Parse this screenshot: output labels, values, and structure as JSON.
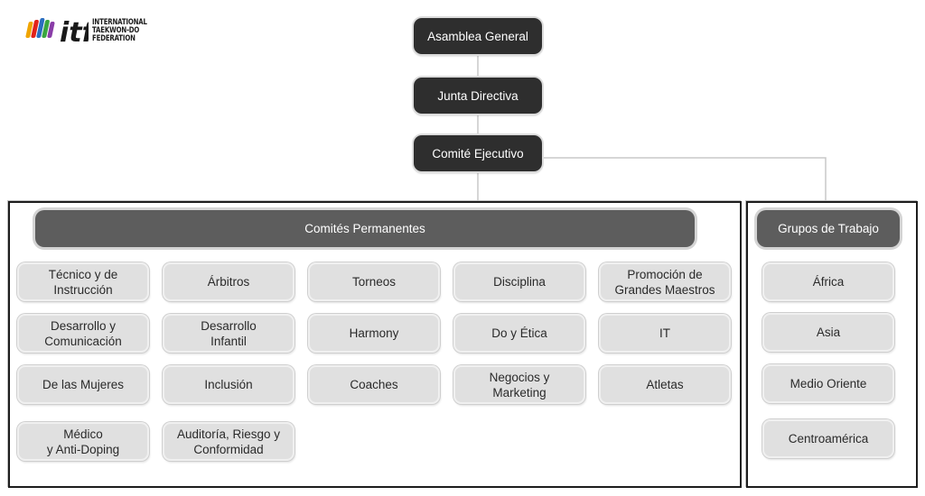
{
  "logo": {
    "text": "INTERNATIONAL\nTAEKWON-DO\nFEDERATION",
    "colors": [
      "#f0a500",
      "#e2231a",
      "#2a6ec0",
      "#3aa640",
      "#8a3da8"
    ]
  },
  "hierarchy": {
    "asamblea": "Asamblea General",
    "junta": "Junta Directiva",
    "comite": "Comité Ejecutivo"
  },
  "permanentes": {
    "title": "Comités Permanentes",
    "items": [
      "Técnico y de\nInstrucción",
      "Árbitros",
      "Torneos",
      "Disciplina",
      "Promoción de\nGrandes Maestros",
      "Desarrollo y\nComunicación",
      "Desarrollo\nInfantil",
      "Harmony",
      "Do y Ética",
      "IT",
      "De las Mujeres",
      "Inclusión",
      "Coaches",
      "Negocios y\nMarketing",
      "Atletas",
      "Médico\ny Anti-Doping",
      "Auditoría, Riesgo y\nConformidad"
    ]
  },
  "grupos": {
    "title": "Grupos de Trabajo",
    "items": [
      "África",
      "Asia",
      "Medio Oriente",
      "Centroamérica"
    ]
  },
  "colors": {
    "dark_box": "#2e2e2e",
    "header_box": "#5d5d5d",
    "light_box": "#e0e0e0",
    "connector": "#c8c8c8"
  }
}
